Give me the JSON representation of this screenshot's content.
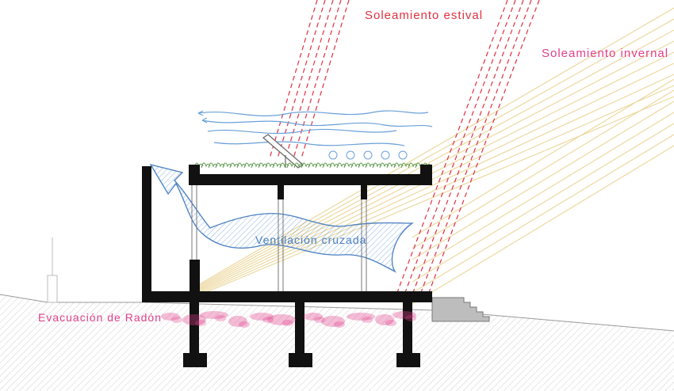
{
  "labels": {
    "summer_sun": "Soleamiento estival",
    "winter_sun": "Soleamiento invernal",
    "cross_ventilation": "Ventilación cruzada",
    "radon": "Evacuación de Radón"
  },
  "colors": {
    "summer": "#e03040",
    "winter": "#ecd8a0",
    "winter_label": "#e0408a",
    "ventilation": "#4a7fc0",
    "wind": "#6aa0d8",
    "radon": "#e0408a",
    "structure": "#111111",
    "vegetation": "#5a9a4a",
    "ground_hatch": "#bbbbbb",
    "stairs": "#bdbdbd"
  }
}
